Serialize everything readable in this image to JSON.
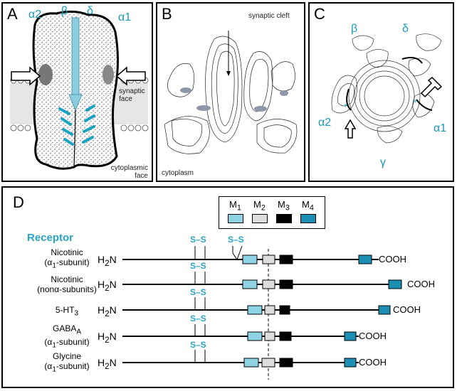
{
  "panels": {
    "a": {
      "letter": "A",
      "alpha2": "α2",
      "beta": "β",
      "delta": "δ",
      "alpha1": "α1",
      "synaptic_face": [
        "synaptic",
        "face"
      ],
      "cytoplasmic_face": [
        "cytoplasmic",
        "face"
      ]
    },
    "b": {
      "letter": "B",
      "synaptic_cleft": "synaptic cleft",
      "cytoplasm": "cytoplasm"
    },
    "c": {
      "letter": "C",
      "beta": "β",
      "delta": "δ",
      "alpha2": "α2",
      "alpha1": "α1",
      "gamma": "γ"
    },
    "d": {
      "letter": "D",
      "legend": [
        {
          "main": "M",
          "sub": "1",
          "color": "#8dd3e3"
        },
        {
          "main": "M",
          "sub": "2",
          "color": "#dddddd"
        },
        {
          "main": "M",
          "sub": "3",
          "color": "#000000"
        },
        {
          "main": "M",
          "sub": "4",
          "color": "#1b8fb3"
        }
      ],
      "receptor_title": "Receptor",
      "n_terminus": "H2N",
      "c_terminus": "COOH",
      "ss_label": "S–S",
      "receptors": [
        {
          "line1": "Nicotinic",
          "line2": "(α1-subunit)",
          "ss_count": 2
        },
        {
          "line1": "Nicotinic",
          "line2": "(nonα-subunits)",
          "ss_count": 1
        },
        {
          "line1": "5-HT3",
          "line2": "",
          "ss_count": 1
        },
        {
          "line1": "GABAA",
          "line2": "(α1-subunit)",
          "ss_count": 1
        },
        {
          "line1": "Glycine",
          "line2": "(α1-subunit)",
          "ss_count": 1
        }
      ]
    }
  }
}
